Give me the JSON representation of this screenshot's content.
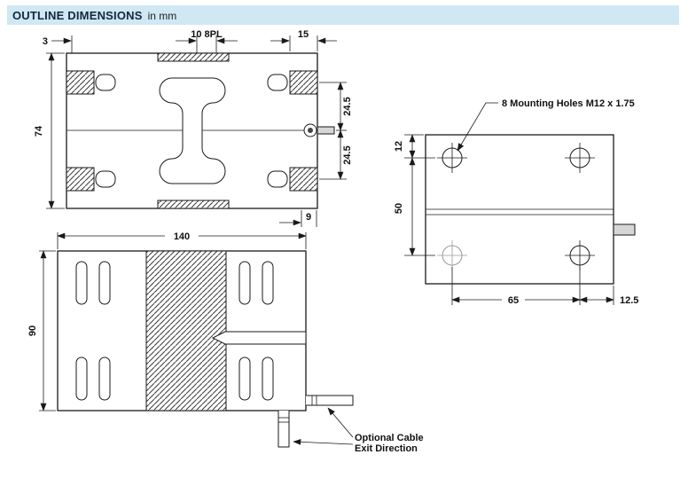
{
  "header": {
    "title": "OUTLINE DIMENSIONS",
    "subtitle": "in mm"
  },
  "top_view": {
    "dim_3": "3",
    "dim_10_8pl": "10 8PL",
    "dim_15": "15",
    "dim_74": "74",
    "dim_24_5_upper": "24.5",
    "dim_24_5_lower": "24.5",
    "dim_9": "9"
  },
  "end_view": {
    "mounting_holes_label": "8 Mounting Holes M12 x 1.75",
    "dim_12": "12",
    "dim_50": "50",
    "dim_65": "65",
    "dim_12_5": "12.5"
  },
  "side_view": {
    "dim_140": "140",
    "dim_90": "90",
    "cable_label_line1": "Optional Cable",
    "cable_label_line2": "Exit Direction"
  },
  "colors": {
    "header_bg": "#cfe8f3",
    "line_color": "#1a1a1a"
  }
}
